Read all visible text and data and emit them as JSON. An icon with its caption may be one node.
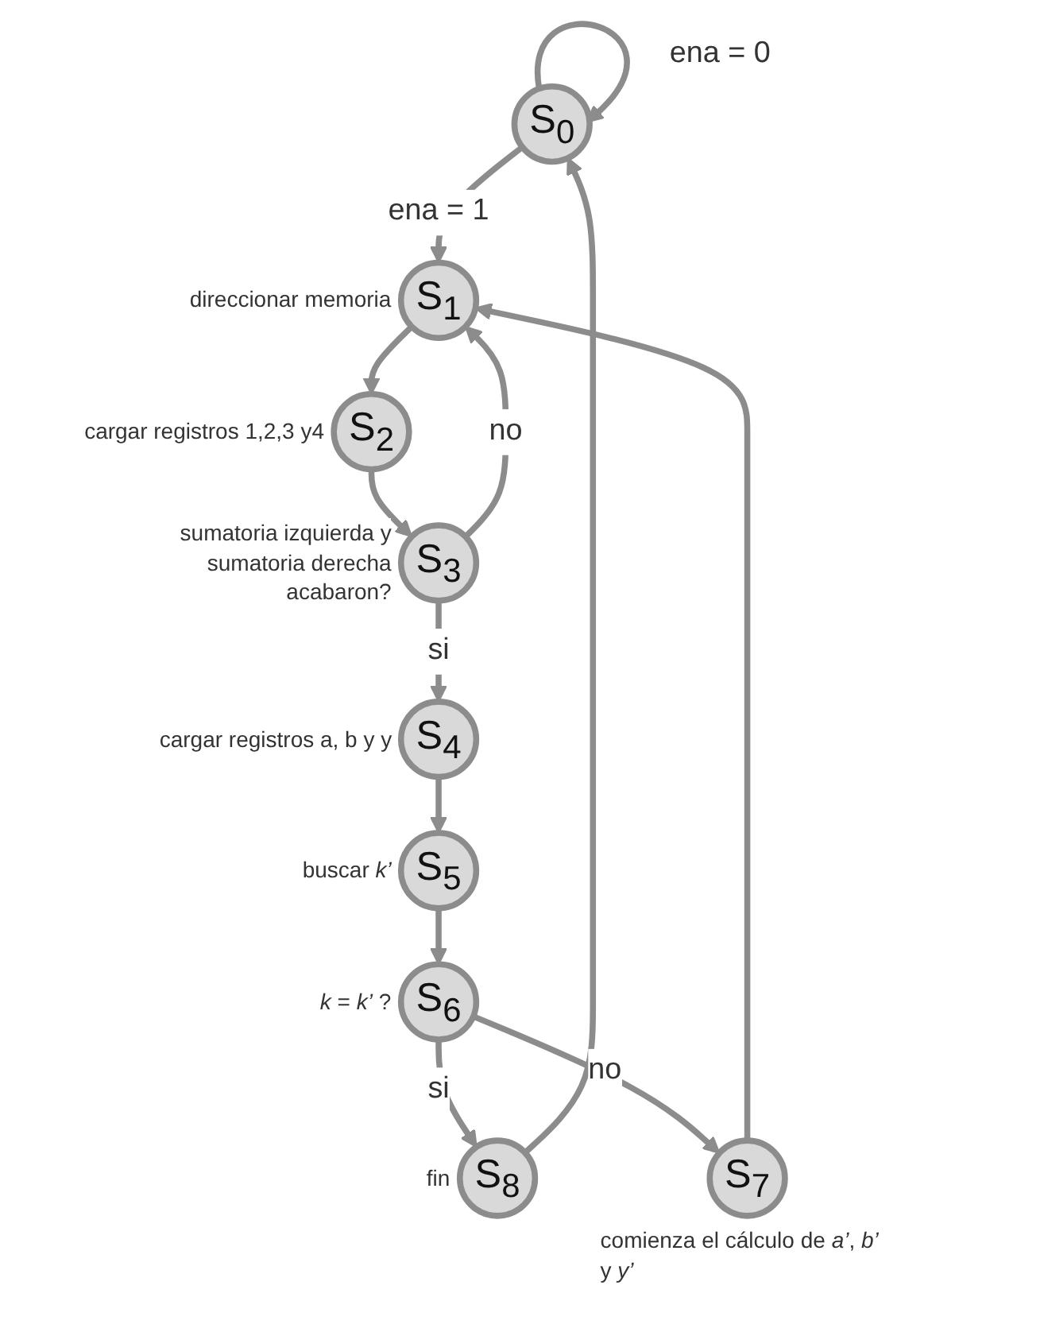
{
  "diagram": {
    "nodes": [
      {
        "text": [
          "S$_{0}$"
        ]
      },
      {
        "text": [
          "S$_{1}$"
        ],
        "beside": [
          "direccionar memoria"
        ]
      },
      {
        "text": [
          "S$_{2}$"
        ],
        "beside": [
          "cargar registros 1,2,3 y4"
        ]
      },
      {
        "text": [
          "S$_{3}$"
        ],
        "beside": [
          "sumatoria izquierda y sumatoria derecha acabaron?"
        ]
      },
      {
        "text": [
          "S$_{4}$"
        ],
        "beside": [
          "cargar registros a, b y y"
        ]
      },
      {
        "text": [
          "S$_{5}$"
        ],
        "beside": [
          "buscar *k’*"
        ]
      },
      {
        "text": [
          "S$_{6}$"
        ],
        "beside": [
          "*k* = *k’* ?"
        ]
      },
      {
        "text": [
          "S$_{7}$"
        ],
        "beside": [
          "comienza el cálculo de *a’*, *b’* y *y’*"
        ]
      },
      {
        "text": [
          "S$_{8}$"
        ],
        "beside": [
          "fin"
        ]
      }
    ],
    "edges": [
      {
        "from": 0,
        "to": 0,
        "arrow": "to",
        "label": "ena = 0"
      },
      {
        "from": 0,
        "to": 1,
        "arrow": "to",
        "label": "ena = 1"
      },
      {
        "from": 1,
        "to": 2,
        "arrow": "to"
      },
      {
        "from": 2,
        "to": 3,
        "arrow": "to"
      },
      {
        "from": 3,
        "to": 1,
        "arrow": "to",
        "label": "no"
      },
      {
        "from": 3,
        "to": 4,
        "arrow": "to",
        "label": "si"
      },
      {
        "from": 4,
        "to": 5,
        "arrow": "to"
      },
      {
        "from": 5,
        "to": 6,
        "arrow": "to"
      },
      {
        "from": 6,
        "to": 8,
        "arrow": "to",
        "label": "si"
      },
      {
        "from": 6,
        "to": 7,
        "arrow": "to",
        "label": "no"
      },
      {
        "from": 7,
        "to": 1,
        "arrow": "to"
      },
      {
        "from": 8,
        "to": 0,
        "arrow": "to"
      }
    ]
  }
}
